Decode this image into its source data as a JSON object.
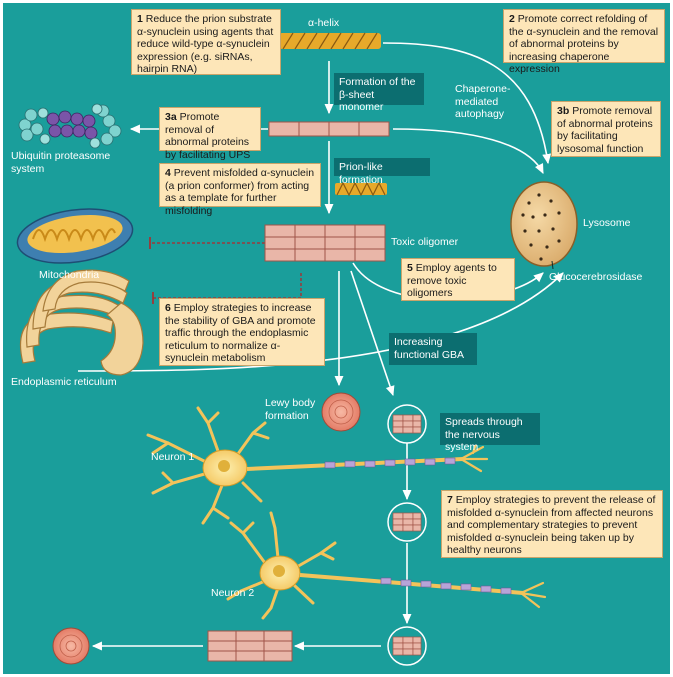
{
  "step1": {
    "num": "1",
    "text": "Reduce the prion substrate α-synuclein using agents that reduce wild-type α-synuclein expression (e.g. siRNAs, hairpin RNA)"
  },
  "step2": {
    "num": "2",
    "text": "Promote correct refolding of the α-synuclein and the removal of abnormal proteins by increasing chaperone expression"
  },
  "step3a": {
    "num": "3a",
    "text": "Promote removal of abnormal proteins by facilitating UPS"
  },
  "step3b": {
    "num": "3b",
    "text": "Promote removal of abnormal proteins by facilitating lysosomal function"
  },
  "step4": {
    "num": "4",
    "text": "Prevent misfolded α-synuclein (a prion conformer) from acting as a template for further misfolding"
  },
  "step5": {
    "num": "5",
    "text": "Employ agents to remove toxic oligomers"
  },
  "step6": {
    "num": "6",
    "text": "Employ strategies to increase the stability of GBA and promote traffic through the endoplasmic reticulum to normalize α-synuclein metabolism"
  },
  "step7": {
    "num": "7",
    "text": "Employ strategies to prevent the release of misfolded α-synuclein from affected neurons and complementary strategies to prevent misfolded α-synuclein being taken up by healthy neurons"
  },
  "labels": {
    "alpha_helix": "α-helix",
    "beta_sheet": "Formation of the β-sheet monomer",
    "prion_like": "Prion-like formation",
    "chaperone": "Chaperone-mediated autophagy",
    "ups": "Ubiquitin proteasome system",
    "mitochondria": "Mitochondria",
    "er": "Endoplasmic reticulum",
    "toxic_oligomer": "Toxic oligomer",
    "lysosome": "Lysosome",
    "glucocerebrosidase": "Glucocerebrosidase",
    "increasing_gba": "Increasing functional GBA",
    "lewy_body": "Lewy body formation",
    "spreads": "Spreads through the nervous system",
    "neuron1": "Neuron 1",
    "neuron2": "Neuron 2"
  }
}
